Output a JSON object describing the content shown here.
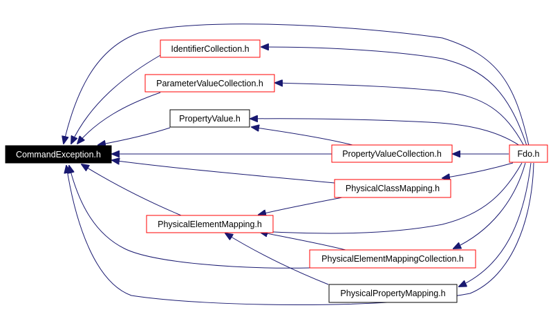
{
  "colors": {
    "edge": "#191970",
    "node_border_red": "#ff0000",
    "node_border_black": "#000000",
    "focus_fill": "#000000",
    "focus_text": "#ffffff",
    "node_fill": "#ffffff",
    "node_text": "#000000"
  },
  "nodes": {
    "command_exception": {
      "label": "CommandException.h",
      "style": "focus"
    },
    "identifier_collection": {
      "label": "IdentifierCollection.h",
      "style": "red"
    },
    "parameter_value_collection": {
      "label": "ParameterValueCollection.h",
      "style": "red"
    },
    "property_value": {
      "label": "PropertyValue.h",
      "style": "black"
    },
    "property_value_collection": {
      "label": "PropertyValueCollection.h",
      "style": "red"
    },
    "fdo": {
      "label": "Fdo.h",
      "style": "red"
    },
    "physical_class_mapping": {
      "label": "PhysicalClassMapping.h",
      "style": "red"
    },
    "physical_element_mapping": {
      "label": "PhysicalElementMapping.h",
      "style": "red"
    },
    "physical_element_mapping_collection": {
      "label": "PhysicalElementMappingCollection.h",
      "style": "red"
    },
    "physical_property_mapping": {
      "label": "PhysicalPropertyMapping.h",
      "style": "black"
    }
  }
}
